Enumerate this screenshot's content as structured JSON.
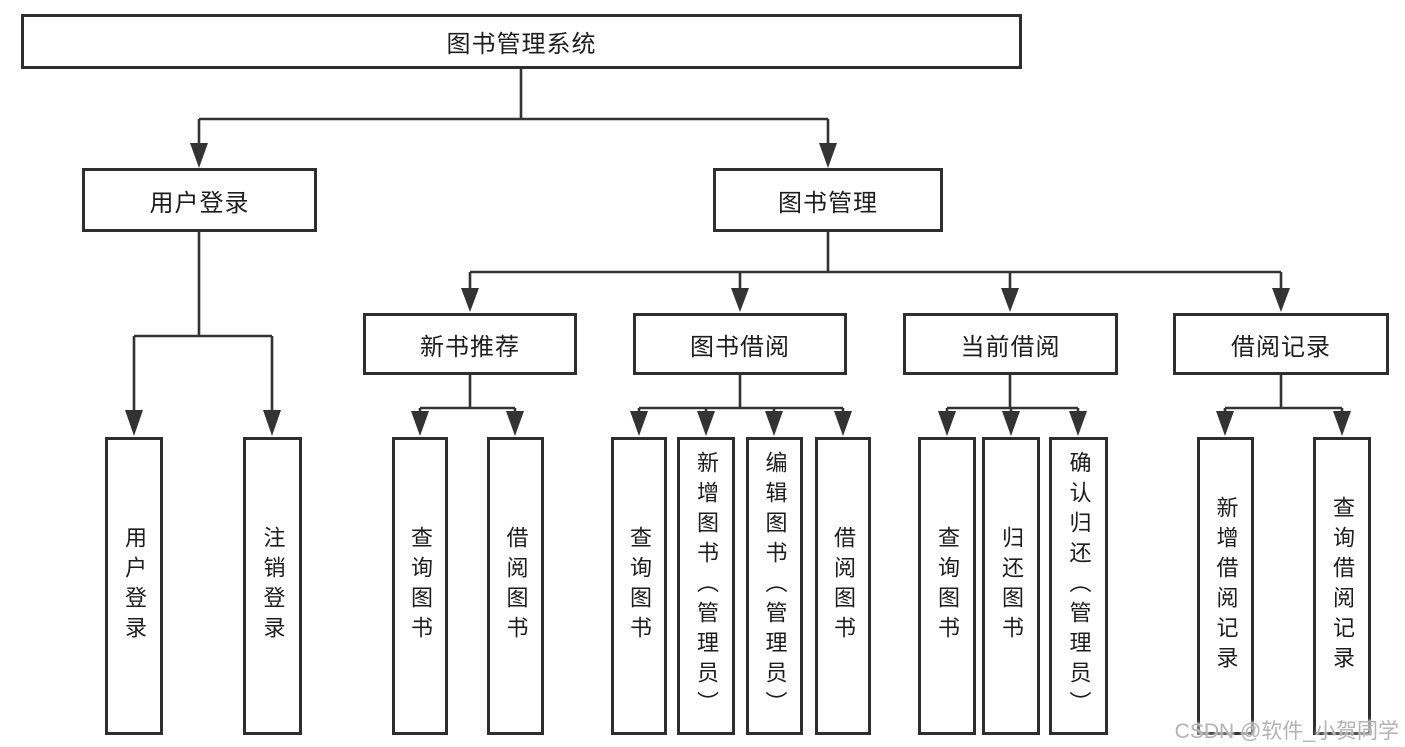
{
  "tree": {
    "root": {
      "label": "图书管理系统"
    },
    "branches": [
      {
        "label": "用户登录",
        "children": [
          {
            "label": "用户登录"
          },
          {
            "label": "注销登录"
          }
        ]
      },
      {
        "label": "图书管理",
        "children": [
          {
            "label": "新书推荐",
            "children": [
              {
                "label": "查询图书"
              },
              {
                "label": "借阅图书"
              }
            ]
          },
          {
            "label": "图书借阅",
            "children": [
              {
                "label": "查询图书"
              },
              {
                "label": "新增图书（管理员）"
              },
              {
                "label": "编辑图书（管理员）"
              },
              {
                "label": "借阅图书"
              }
            ]
          },
          {
            "label": "当前借阅",
            "children": [
              {
                "label": "查询图书"
              },
              {
                "label": "归还图书"
              },
              {
                "label": "确认归还（管理员）"
              }
            ]
          },
          {
            "label": "借阅记录",
            "children": [
              {
                "label": "新增借阅记录"
              },
              {
                "label": "查询借阅记录"
              }
            ]
          }
        ]
      }
    ]
  },
  "colors": {
    "line": "#333333",
    "border": "#2e2e2e",
    "fill": "#ffffff",
    "text": "#1d1d1d",
    "watermark": "#b3b3b3"
  },
  "watermark": "CSDN @软件_小贺同学"
}
